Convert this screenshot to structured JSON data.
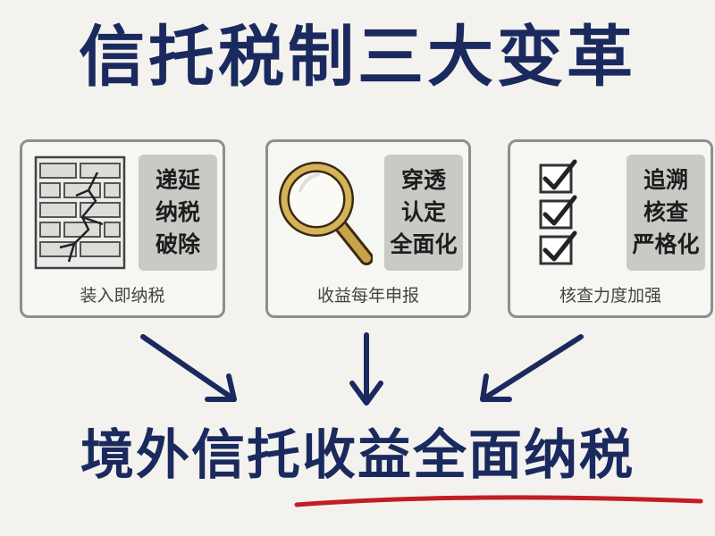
{
  "title": "信托税制三大变革",
  "cards": [
    {
      "icon": "cracked-wall-icon",
      "box_lines": [
        "递延",
        "纳税",
        "破除"
      ],
      "caption": "装入即纳税"
    },
    {
      "icon": "magnifier-icon",
      "box_lines": [
        "穿透",
        "认定",
        "全面化"
      ],
      "caption": "收益每年申报"
    },
    {
      "icon": "checklist-icon",
      "box_lines": [
        "追溯",
        "核查",
        "严格化"
      ],
      "caption": "核查力度加强"
    }
  ],
  "conclusion": "境外信托收益全面纳税",
  "colors": {
    "navy": "#1b2a5e",
    "underline_red": "#c21d24",
    "card_border": "#8e8e8e",
    "label_box": "#c9c9c6"
  }
}
